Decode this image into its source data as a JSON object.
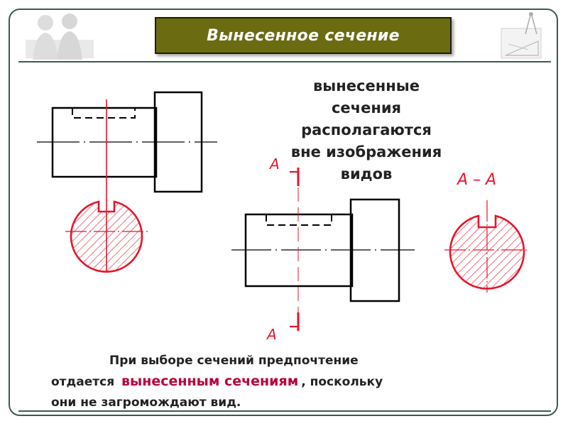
{
  "title": "Вынесенное сечение",
  "definition": {
    "lines": [
      "вынесенные",
      "сечения",
      "располагаются",
      "вне изображения",
      "видов"
    ]
  },
  "labels": {
    "cut_top": "А",
    "cut_bottom": "А",
    "section_title": "А – А"
  },
  "note": {
    "line1": "При выборе сечений предпочтение",
    "line2_before": "отдается",
    "line2_emphasis": "вынесенным сечениям",
    "line2_after": ", поскольку",
    "line3": "они не загромождают вид."
  },
  "colors": {
    "accent": "#e6162a",
    "title_bg": "#6b6b12",
    "frame": "#3c5a4f",
    "emphasis": "#b8003a"
  },
  "icons": [
    "people-silhouette-icon",
    "drafting-tools-icon"
  ]
}
